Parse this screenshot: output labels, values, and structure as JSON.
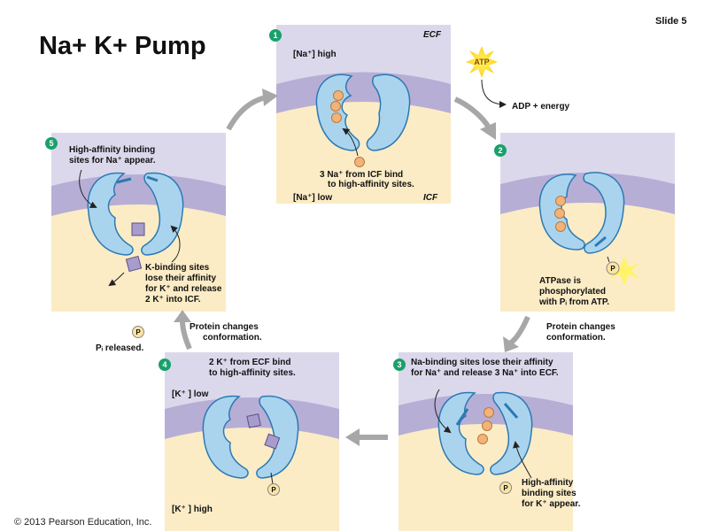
{
  "title": "Na+ K+ Pump",
  "slide_label": "Slide 5",
  "copyright": "© 2013 Pearson Education, Inc.",
  "colors": {
    "ecf": "#dcd8ec",
    "icf": "#fbecc6",
    "membrane": "#b7aed6",
    "protein": "#aad4ee",
    "protein_edge": "#2c79b3",
    "sodium": "#f2b27a",
    "potassium": "#a79ccb",
    "phosphate": "#fce4a2",
    "step_badge": "#1aa06b",
    "arrow": "#a7a7a7"
  },
  "panels": {
    "p1": {
      "step": "1",
      "ecf_label": "ECF",
      "icf_label": "ICF",
      "conc_top": "[Na⁺] high",
      "conc_bottom": "[Na⁺] low",
      "caption_1": "3 Na⁺ from ICF bind",
      "caption_2": "to high-affinity sites."
    },
    "p2": {
      "step": "2",
      "atp": "ATP",
      "adp": "ADP + energy",
      "caption_1": "ATPase is",
      "caption_2": "phosphorylated",
      "caption_3": "with Pᵢ from ATP.",
      "phosphate": "P"
    },
    "p3": {
      "step": "3",
      "caption_1": "Na-binding sites lose their affinity",
      "caption_2": "for Na⁺ and release 3 Na⁺ into ECF.",
      "k_1": "High-affinity",
      "k_2": "binding sites",
      "k_3": "for K⁺ appear.",
      "phosphate": "P"
    },
    "p4": {
      "step": "4",
      "caption_1": "2 K⁺ from ECF bind",
      "caption_2": "to high-affinity sites.",
      "conc_top": "[K⁺ ] low",
      "conc_bottom": "[K⁺ ] high",
      "phosphate": "P"
    },
    "p5": {
      "step": "5",
      "caption_1": "High-affinity binding",
      "caption_2": "sites for Na⁺ appear.",
      "k_1": "K-binding sites",
      "k_2": "lose their affinity",
      "k_3": "for K⁺ and release",
      "k_4": "2 K⁺ into ICF."
    }
  },
  "transitions": {
    "right_1": "Protein changes",
    "right_2": "conformation.",
    "left_1": "Protein changes",
    "left_2": "conformation.",
    "pi_released": "Pᵢ released.",
    "phosphate": "P"
  }
}
